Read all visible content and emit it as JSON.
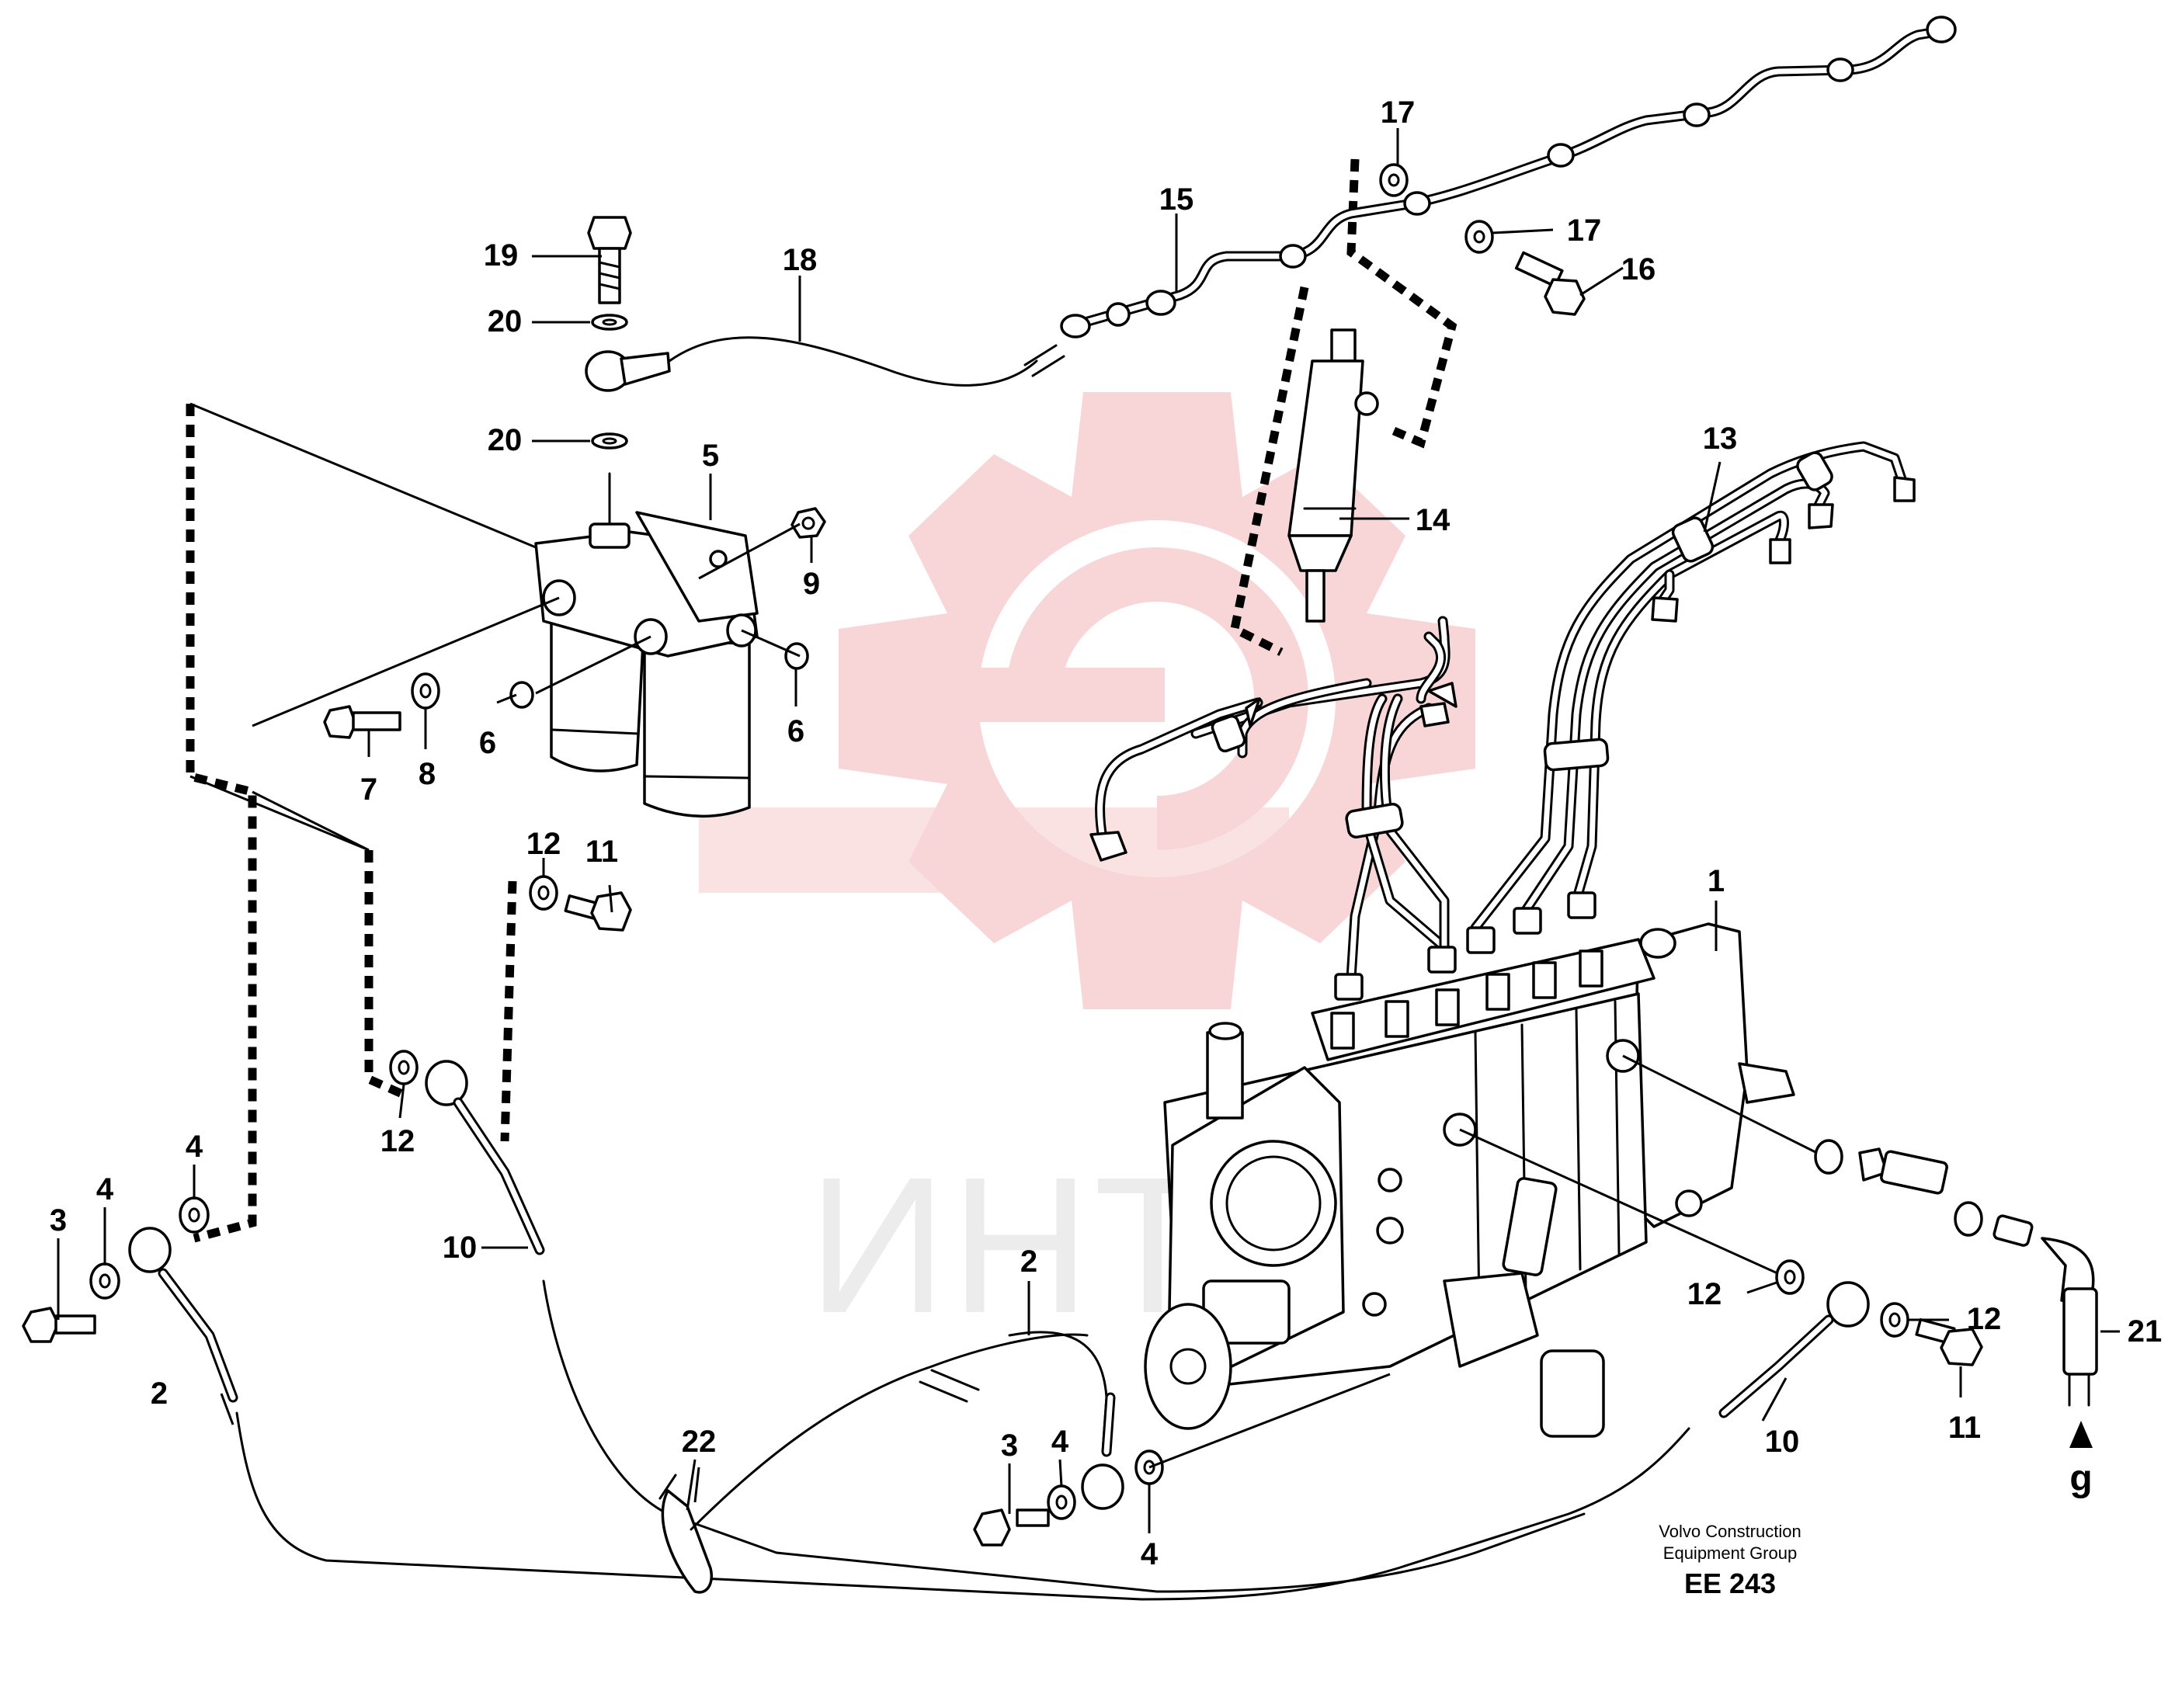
{
  "callouts": [
    {
      "text": "1"
    },
    {
      "text": "2"
    },
    {
      "text": "2"
    },
    {
      "text": "2"
    },
    {
      "text": "3"
    },
    {
      "text": "3"
    },
    {
      "text": "4"
    },
    {
      "text": "4"
    },
    {
      "text": "4"
    },
    {
      "text": "4"
    },
    {
      "text": "5"
    },
    {
      "text": "6"
    },
    {
      "text": "6"
    },
    {
      "text": "7"
    },
    {
      "text": "8"
    },
    {
      "text": "9"
    },
    {
      "text": "10"
    },
    {
      "text": "10"
    },
    {
      "text": "11"
    },
    {
      "text": "11"
    },
    {
      "text": "12"
    },
    {
      "text": "12"
    },
    {
      "text": "12"
    },
    {
      "text": "12"
    },
    {
      "text": "13"
    },
    {
      "text": "14"
    },
    {
      "text": "15"
    },
    {
      "text": "16"
    },
    {
      "text": "17"
    },
    {
      "text": "17"
    },
    {
      "text": "18"
    },
    {
      "text": "19"
    },
    {
      "text": "20"
    },
    {
      "text": "20"
    },
    {
      "text": "21"
    },
    {
      "text": "22"
    },
    {
      "text": "g"
    }
  ],
  "footer": {
    "company_line1": "Volvo Construction",
    "company_line2": "Equipment Group",
    "code": "EE 243"
  },
  "watermark": {
    "text": "ИНТЕХ",
    "gear_color": "#f6c9cb"
  }
}
